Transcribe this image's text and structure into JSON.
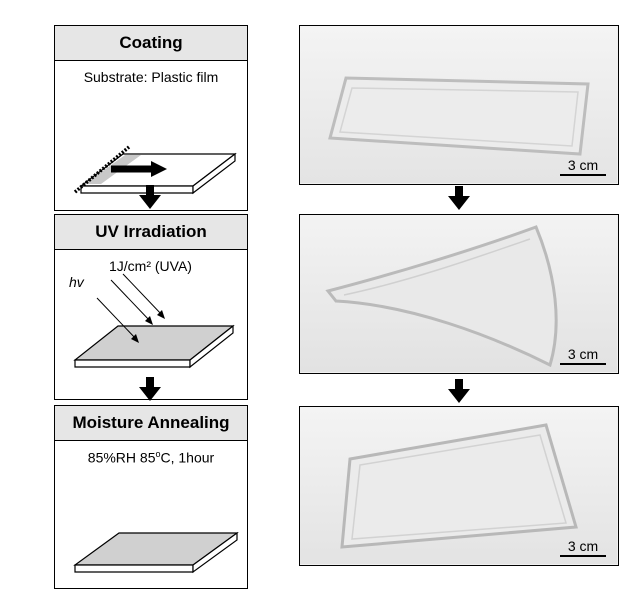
{
  "steps": [
    {
      "title": "Coating",
      "note": "Substrate: Plastic film"
    },
    {
      "title": "UV Irradiation",
      "dose": "1J/cm² (UVA)",
      "light_symbol": "hv"
    },
    {
      "title": "Moisture Annealing",
      "condition_prefix": "85%RH 85",
      "condition_sup": "o",
      "condition_suffix": "C, 1hour"
    }
  ],
  "photos": [
    {
      "scale_label": "3 cm"
    },
    {
      "scale_label": "3 cm"
    },
    {
      "scale_label": "3 cm"
    }
  ]
}
